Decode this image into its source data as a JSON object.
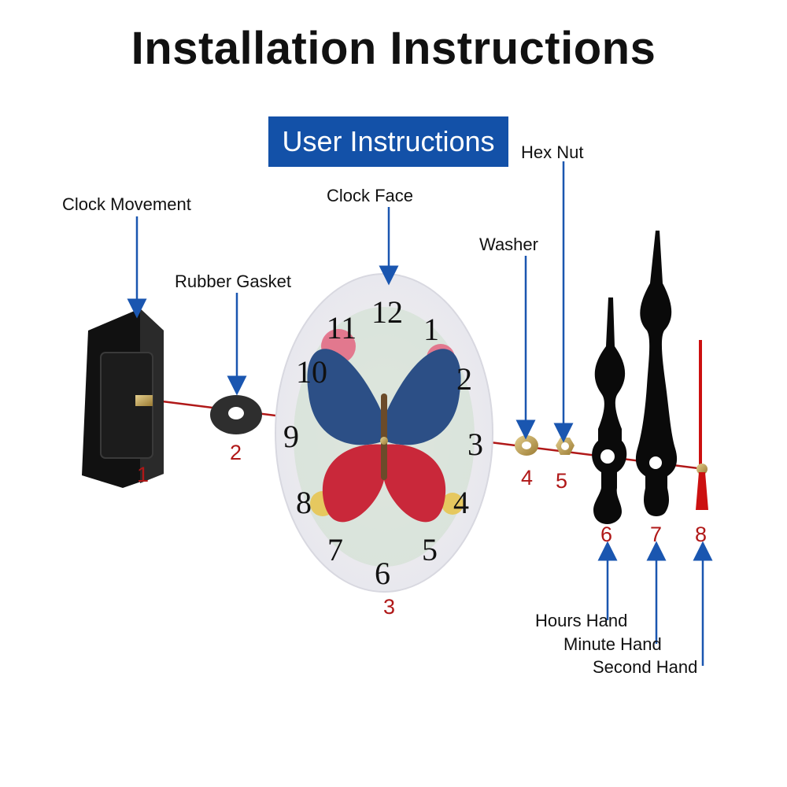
{
  "title": "Installation Instructions",
  "banner": "User Instructions",
  "parts": [
    {
      "number": "1",
      "name": "Clock Movement"
    },
    {
      "number": "2",
      "name": "Rubber Gasket"
    },
    {
      "number": "3",
      "name": "Clock Face"
    },
    {
      "number": "4",
      "name": "Washer"
    },
    {
      "number": "5",
      "name": "Hex Nut"
    },
    {
      "number": "6",
      "name": "Hours Hand"
    },
    {
      "number": "7",
      "name": "Minute Hand"
    },
    {
      "number": "8",
      "name": "Second Hand"
    }
  ],
  "dial_numerals": [
    "12",
    "1",
    "2",
    "3",
    "4",
    "5",
    "6",
    "7",
    "8",
    "9",
    "10",
    "11"
  ],
  "colors": {
    "banner_bg": "#1351a8",
    "arrow": "#1a56b0",
    "number_text": "#b01818",
    "axis_line": "#b01818",
    "second_hand": "#cc1010"
  }
}
